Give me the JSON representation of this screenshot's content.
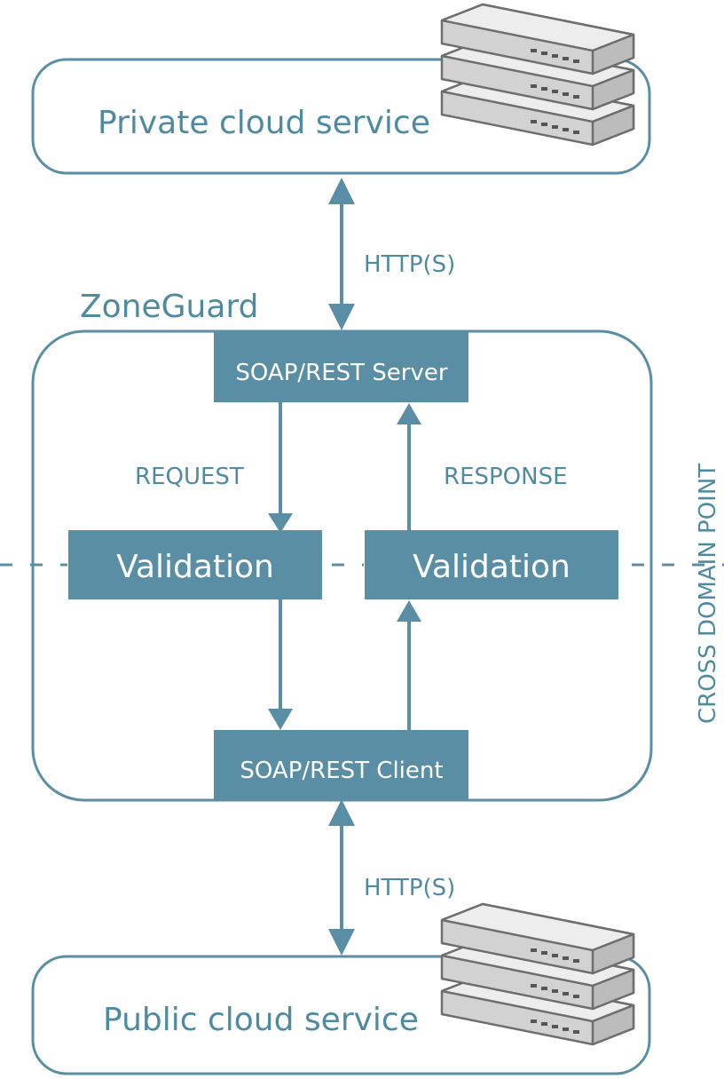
{
  "private_service": {
    "label": "Private cloud service"
  },
  "public_service": {
    "label": "Public cloud service"
  },
  "zoneguard": {
    "title": "ZoneGuard"
  },
  "server_box": {
    "label": "SOAP/REST Server"
  },
  "client_box": {
    "label": "SOAP/REST Client"
  },
  "validation_request": {
    "label": "Validation"
  },
  "validation_response": {
    "label": "Validation"
  },
  "links": {
    "top_protocol": "HTTP(S)",
    "bottom_protocol": "HTTP(S)",
    "request": "REQUEST",
    "response": "RESPONSE"
  },
  "cross_domain": {
    "label": "CROSS DOMAIN POINT"
  },
  "colors": {
    "accent": "#5a8ea5",
    "text": "#4f8ba0",
    "box_fill": "#5a8ea5",
    "server_face": "#e9e9e9",
    "server_edge": "#7a7a7a"
  }
}
